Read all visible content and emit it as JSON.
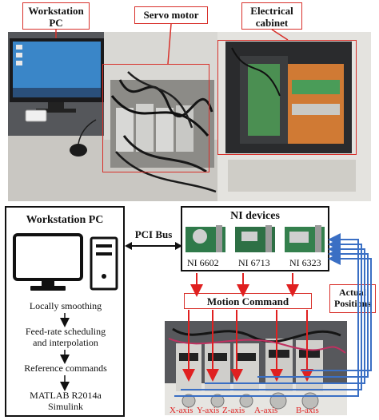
{
  "top_photo": {
    "labels": {
      "workstation": "Workstation PC",
      "servo": "Servo motor",
      "cabinet": "Electrical cabinet"
    }
  },
  "workstation_panel": {
    "title": "Workstation PC",
    "steps": [
      "Locally smoothing",
      "Feed-rate scheduling and interpolation",
      "Reference commands",
      "MATLAB R2014a Simulink"
    ]
  },
  "connection": {
    "label": "PCI Bus"
  },
  "ni_panel": {
    "title": "NI devices",
    "cards": [
      "NI 6602",
      "NI 6713",
      "NI 6323"
    ]
  },
  "motion_command": "Motion Command",
  "actual_positions": "Actual Positions",
  "axes": [
    "X-axis",
    "Y-axis",
    "Z-axis",
    "A-axis",
    "B-axis"
  ],
  "colors": {
    "label_border": "#d8302a",
    "command_arrow": "#e02020",
    "feedback_arrow": "#3a6fc4"
  }
}
